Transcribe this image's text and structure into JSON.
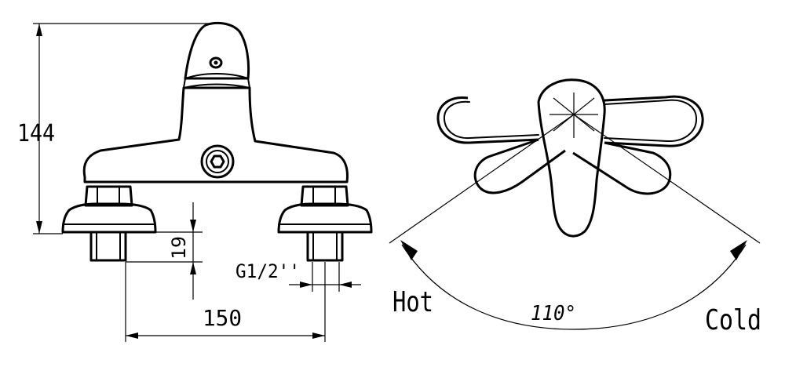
{
  "dimensions": {
    "height": "144",
    "pipe_length": "19",
    "thread": "G1/2''",
    "center_distance": "150",
    "rotation_angle": "110°"
  },
  "labels": {
    "hot": "Hot",
    "cold": "Cold"
  },
  "colors": {
    "line": "#000000",
    "background": "#ffffff"
  }
}
